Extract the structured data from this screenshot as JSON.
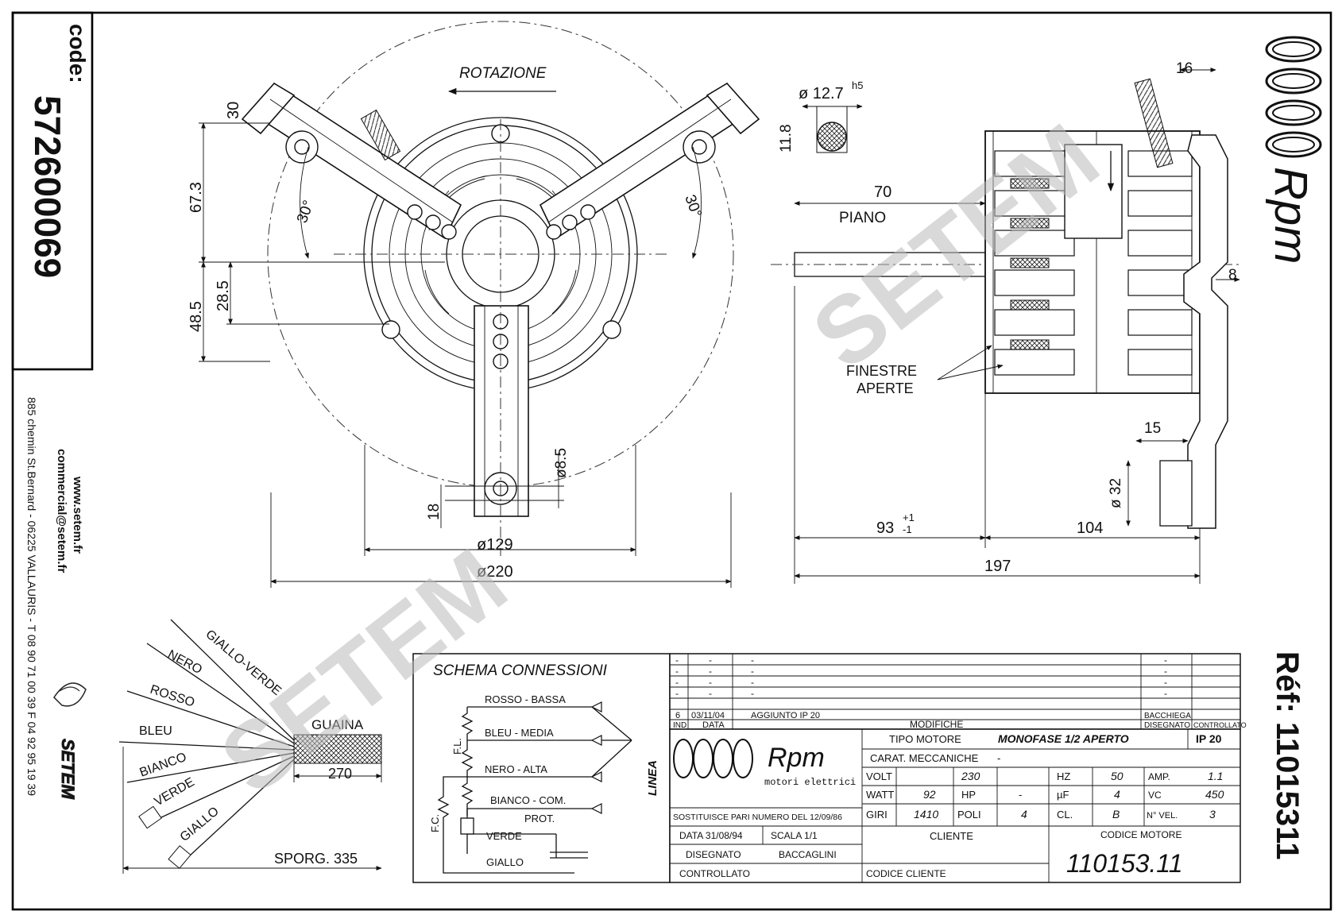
{
  "code": {
    "label": "code:",
    "value": "572600069"
  },
  "contact": {
    "website": "www.setem.fr",
    "email": "commercial@setem.fr",
    "address": "885 chemin St.Bernard  -  06225 VALLAURIS  -  T 08 90 71 00 39   F 04 92 95 19 39"
  },
  "brand": {
    "setem_logo": "SETEM",
    "rpm_logo": "Rpm",
    "rpm_sub": "motori elettrici",
    "watermark": "SETEM"
  },
  "ref": "Réf: 11015311",
  "front_view": {
    "rotation": "ROTAZIONE",
    "dims": [
      "30",
      "67.3",
      "48.5",
      "28.5",
      "30°",
      "30°",
      "ø8.5",
      "18",
      "ø129",
      "ø220"
    ]
  },
  "side_view": {
    "shaft_dia": "ø 12.7",
    "shaft_tol": "h5",
    "shaft_flat": "11.8",
    "piano_len": "70",
    "piano": "PIANO",
    "windows": [
      "FINESTRE",
      "APERTE"
    ],
    "dim_16": "16",
    "dim_8": "8",
    "dim_15": "15",
    "dim_32": "ø 32",
    "dim_93": "93",
    "tol_plus": "+1",
    "tol_minus": "-1",
    "dim_104": "104",
    "dim_197": "197"
  },
  "wires": {
    "labels": [
      "GIALLO-VERDE",
      "NERO",
      "ROSSO",
      "BLEU",
      "BIANCO",
      "VERDE",
      "GIALLO"
    ],
    "guaina": "GUAINA",
    "len_270": "270",
    "sporg": "SPORG. 335"
  },
  "schema": {
    "title": "SCHEMA CONNESSIONI",
    "rows": [
      "ROSSO - BASSA",
      "BLEU - MEDIA",
      "NERO - ALTA",
      "BIANCO - COM."
    ],
    "prot": "PROT.",
    "verde": "VERDE",
    "giallo": "GIALLO",
    "fl": "F.L.",
    "fc": "F.C.",
    "linea": "LINEA"
  },
  "revisions": {
    "blank_rows": [
      [
        "-",
        "-",
        "-",
        "-"
      ],
      [
        "-",
        "-",
        "-",
        "-"
      ],
      [
        "-",
        "-",
        "-",
        "-"
      ],
      [
        "-",
        "-",
        "-",
        "-"
      ]
    ],
    "entry": {
      "ind": "6",
      "data": "03/11/04",
      "modifiche": "AGGIUNTO IP 20",
      "disegnato": "BACCHIEGA",
      "controllato": ""
    },
    "headers": {
      "ind": "IND",
      "data": "DATA",
      "modifiche": "MODIFICHE",
      "disegnato": "DISEGNATO",
      "controllato": "CONTROLLATO"
    }
  },
  "title_block": {
    "tipo_label": "TIPO MOTORE",
    "tipo_value": "MONOFASE 1/2 APERTO",
    "ip": "IP 20",
    "carat_label": "CARAT. MECCANICHE",
    "carat_value": "-",
    "volt_label": "VOLT",
    "volt_value": "230",
    "hz_label": "HZ",
    "hz_value": "50",
    "amp_label": "AMP.",
    "amp_value": "1.1",
    "watt_label": "WATT",
    "watt_value": "92",
    "hp_label": "HP",
    "hp_value": "-",
    "uf_label": "µF",
    "uf_value": "4",
    "vc_label": "VC",
    "vc_value": "450",
    "giri_label": "GIRI",
    "giri_value": "1410",
    "poli_label": "POLI",
    "poli_value": "4",
    "cl_label": "CL.",
    "cl_value": "B",
    "nvel_label": "N° VEL.",
    "nvel_value": "3",
    "sostituisce": "SOSTITUISCE PARI NUMERO DEL 12/09/86",
    "data": "DATA 31/08/94",
    "scala": "SCALA   1/1",
    "disegnato_label": "DISEGNATO",
    "disegnato_value": "BACCAGLINI",
    "controllato_label": "CONTROLLATO",
    "cliente_label": "CLIENTE",
    "codice_cliente_label": "CODICE CLIENTE",
    "codice_motore_label": "CODICE MOTORE",
    "codice_motore": "110153.11"
  }
}
